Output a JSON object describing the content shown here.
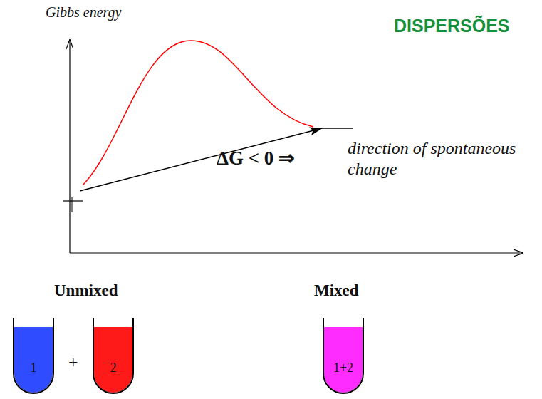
{
  "diagram": {
    "title": "DISPERSÕES",
    "nodes": [
      {
        "text": [
          "1"
        ]
      },
      {
        "text": [
          "2"
        ]
      },
      {
        "text": [
          "1+2"
        ]
      }
    ],
    "labels": [
      "Gibbs energy",
      "ΔG < 0 ⇒",
      "direction of spontaneous change",
      "Unmixed",
      "Mixed",
      "+"
    ]
  }
}
